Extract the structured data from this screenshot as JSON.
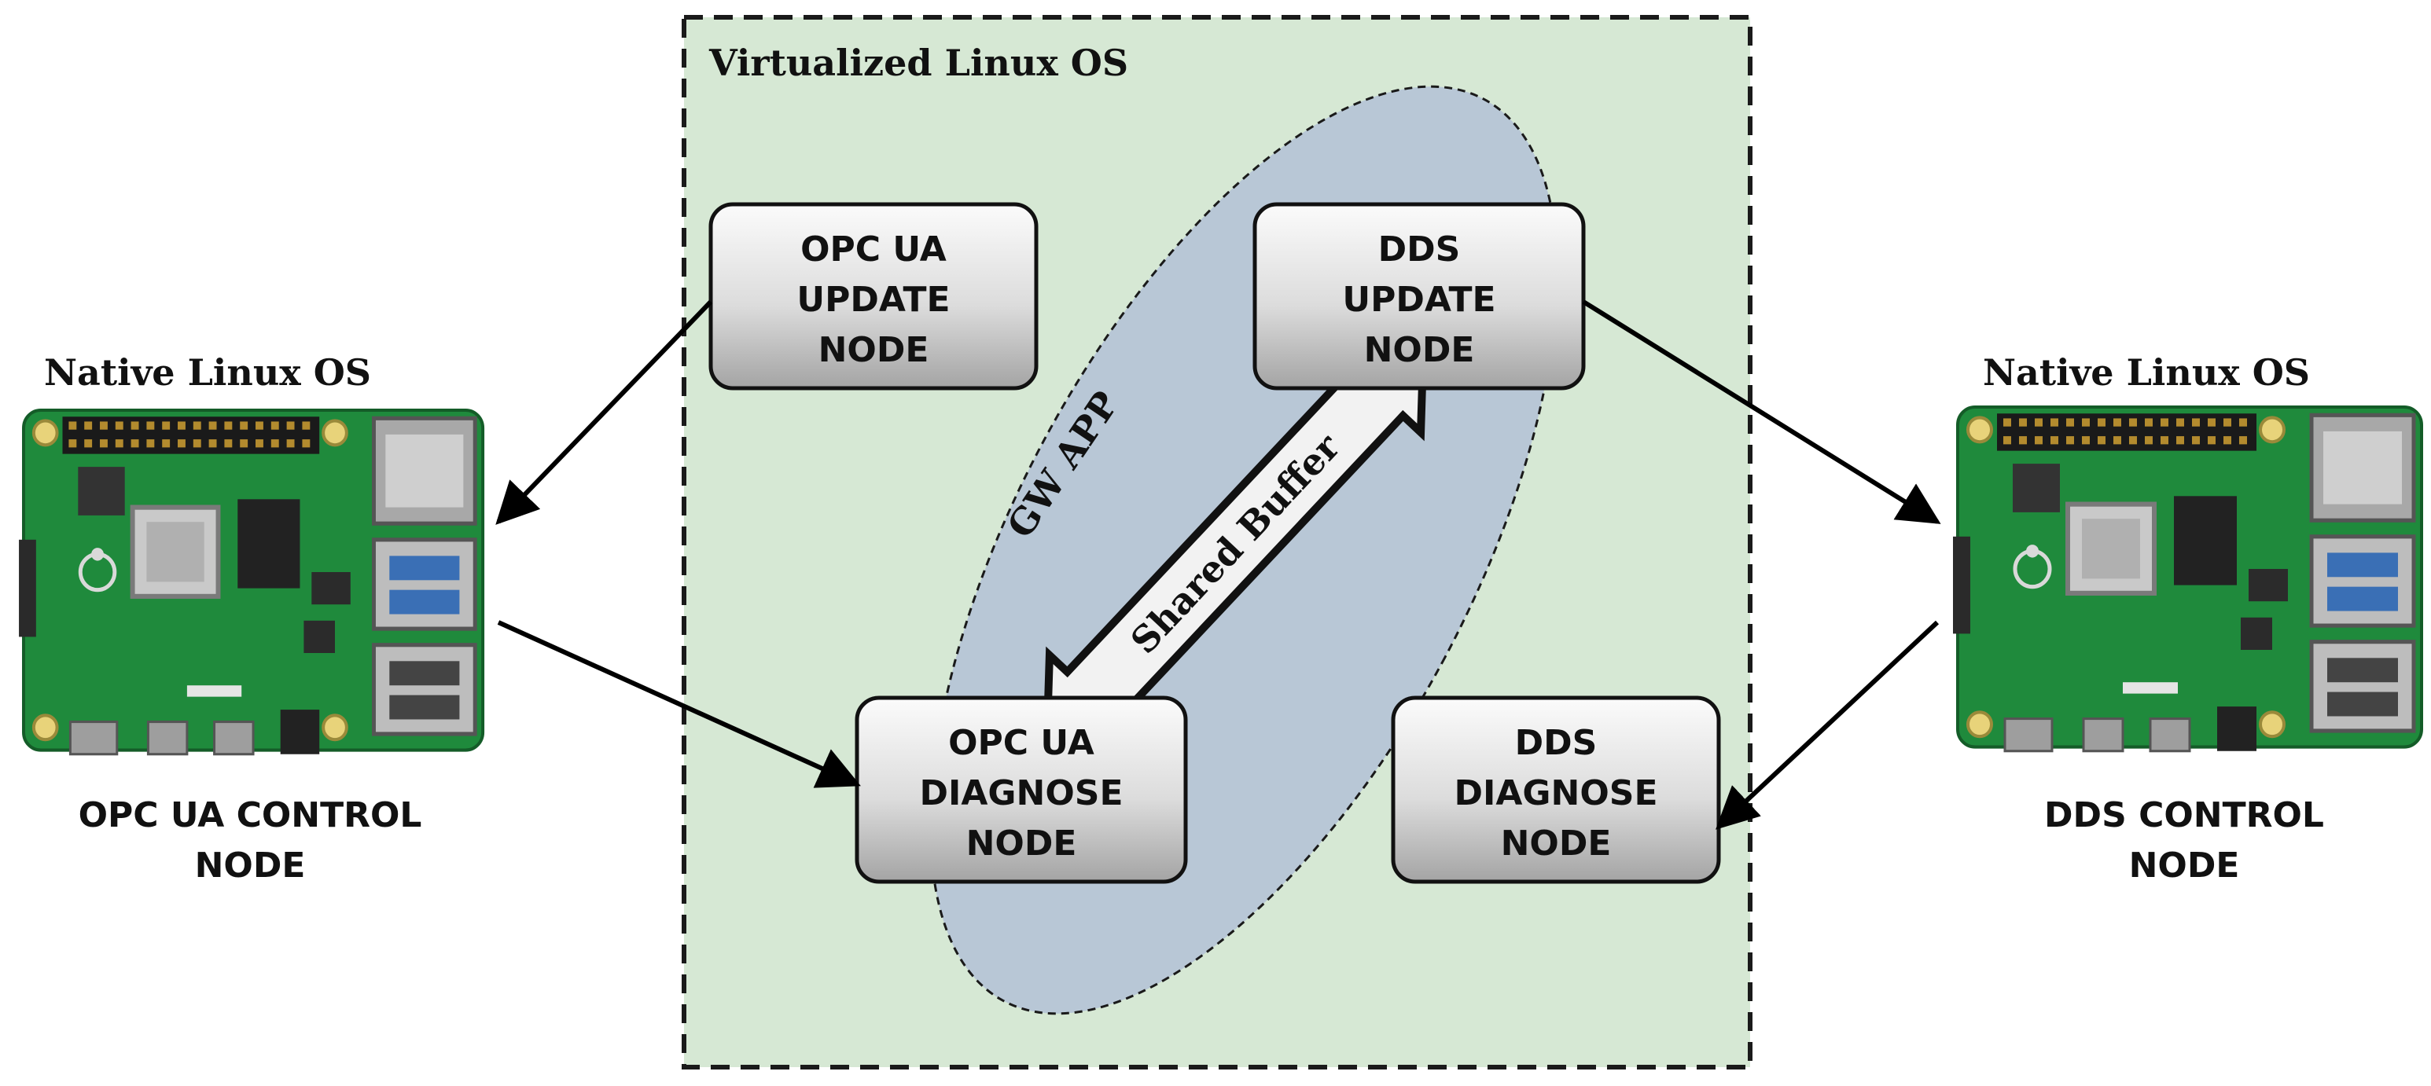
{
  "virtual_os": {
    "title": "Virtualized Linux OS"
  },
  "gw_app": {
    "label": "GW APP"
  },
  "shared_buffer": {
    "label": "Shared Buffer"
  },
  "nodes": {
    "opc_ua_update": {
      "lines": [
        "OPC UA",
        "UPDATE",
        "NODE"
      ]
    },
    "dds_update": {
      "lines": [
        "DDS",
        "UPDATE",
        "NODE"
      ]
    },
    "opc_ua_diagnose": {
      "lines": [
        "OPC UA",
        "DIAGNOSE",
        "NODE"
      ]
    },
    "dds_diagnose": {
      "lines": [
        "DDS",
        "DIAGNOSE",
        "NODE"
      ]
    }
  },
  "left_device": {
    "os_label": "Native Linux OS",
    "caption_lines": [
      "OPC UA CONTROL",
      "NODE"
    ]
  },
  "right_device": {
    "os_label": "Native Linux OS",
    "caption_lines": [
      "DDS CONTROL",
      "NODE"
    ]
  },
  "colors": {
    "virtual_bg": "#d6e8d4",
    "ellipse_fill": "#b8c7d6",
    "pcb_green": "#1f8a3c",
    "box_gradient_top": "#f7f7f7",
    "box_gradient_bottom": "#a9a9a9"
  }
}
